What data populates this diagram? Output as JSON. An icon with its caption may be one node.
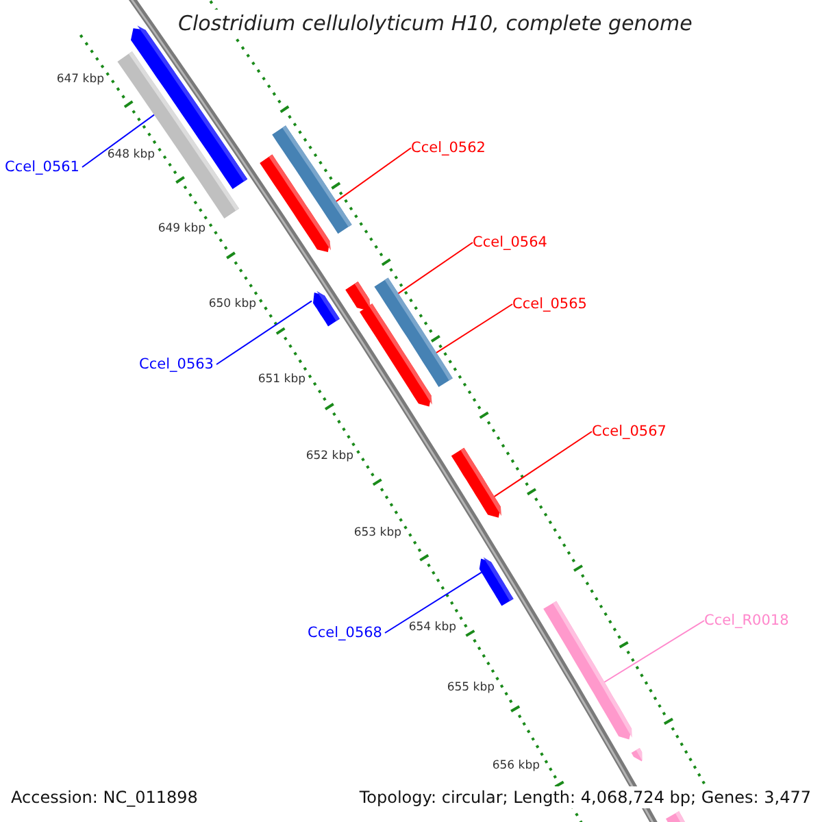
{
  "diagram": {
    "title": "Clostridium cellulolyticum H10, complete genome",
    "nodes": [
      {
        "text": [
          "Ccel_0561"
        ]
      },
      {
        "text": [
          "Ccel_0562"
        ]
      },
      {
        "text": [
          "Ccel_0563"
        ]
      },
      {
        "text": [
          "Ccel_0564"
        ]
      },
      {
        "text": [
          "Ccel_0565"
        ]
      },
      {
        "text": [
          "Ccel_0567"
        ]
      },
      {
        "text": [
          "Ccel_0568"
        ]
      },
      {
        "text": [
          "Ccel_R0018"
        ]
      },
      {
        "text": [],
        "shape": "pentagon"
      },
      {
        "text": [],
        "shape": "bar"
      },
      {
        "text": [],
        "shape": "bar"
      },
      {
        "text": [],
        "shape": "pentagon"
      },
      {
        "text": [],
        "shape": "pentagon"
      },
      {
        "text": [],
        "shape": "pentagon"
      },
      {
        "text": [],
        "shape": "bar"
      },
      {
        "text": [],
        "shape": "pentagon"
      },
      {
        "text": [],
        "shape": "pentagon"
      },
      {
        "text": [],
        "shape": "pentagon"
      },
      {
        "text": [],
        "shape": "pentagon"
      },
      {
        "text": [],
        "shape": "pentagon"
      },
      {
        "text": [],
        "shape": "bar"
      }
    ],
    "edges": [
      {
        "from": 0,
        "to": 9,
        "arrow": "none",
        "color": "#0000ff"
      },
      {
        "from": 1,
        "to": 10,
        "arrow": "none"
      },
      {
        "from": 2,
        "to": 12,
        "arrow": "none",
        "color": "#0000ff"
      },
      {
        "from": 3,
        "to": 14,
        "arrow": "none"
      },
      {
        "from": 4,
        "to": 14,
        "arrow": "none"
      },
      {
        "from": 5,
        "to": 16,
        "arrow": "none"
      },
      {
        "from": 6,
        "to": 17,
        "arrow": "none",
        "color": "#0000ff"
      },
      {
        "from": 7,
        "to": 18,
        "arrow": "none",
        "color": "#ff88cc"
      }
    ],
    "labels": [
      "647 kbp",
      "648 kbp",
      "649 kbp",
      "650 kbp",
      "651 kbp",
      "652 kbp",
      "653 kbp",
      "654 kbp",
      "655 kbp",
      "656 kbp",
      "Accession: NC_011898",
      "Topology: circular; Length: 4,068,724 bp; Genes: 3,477"
    ]
  }
}
